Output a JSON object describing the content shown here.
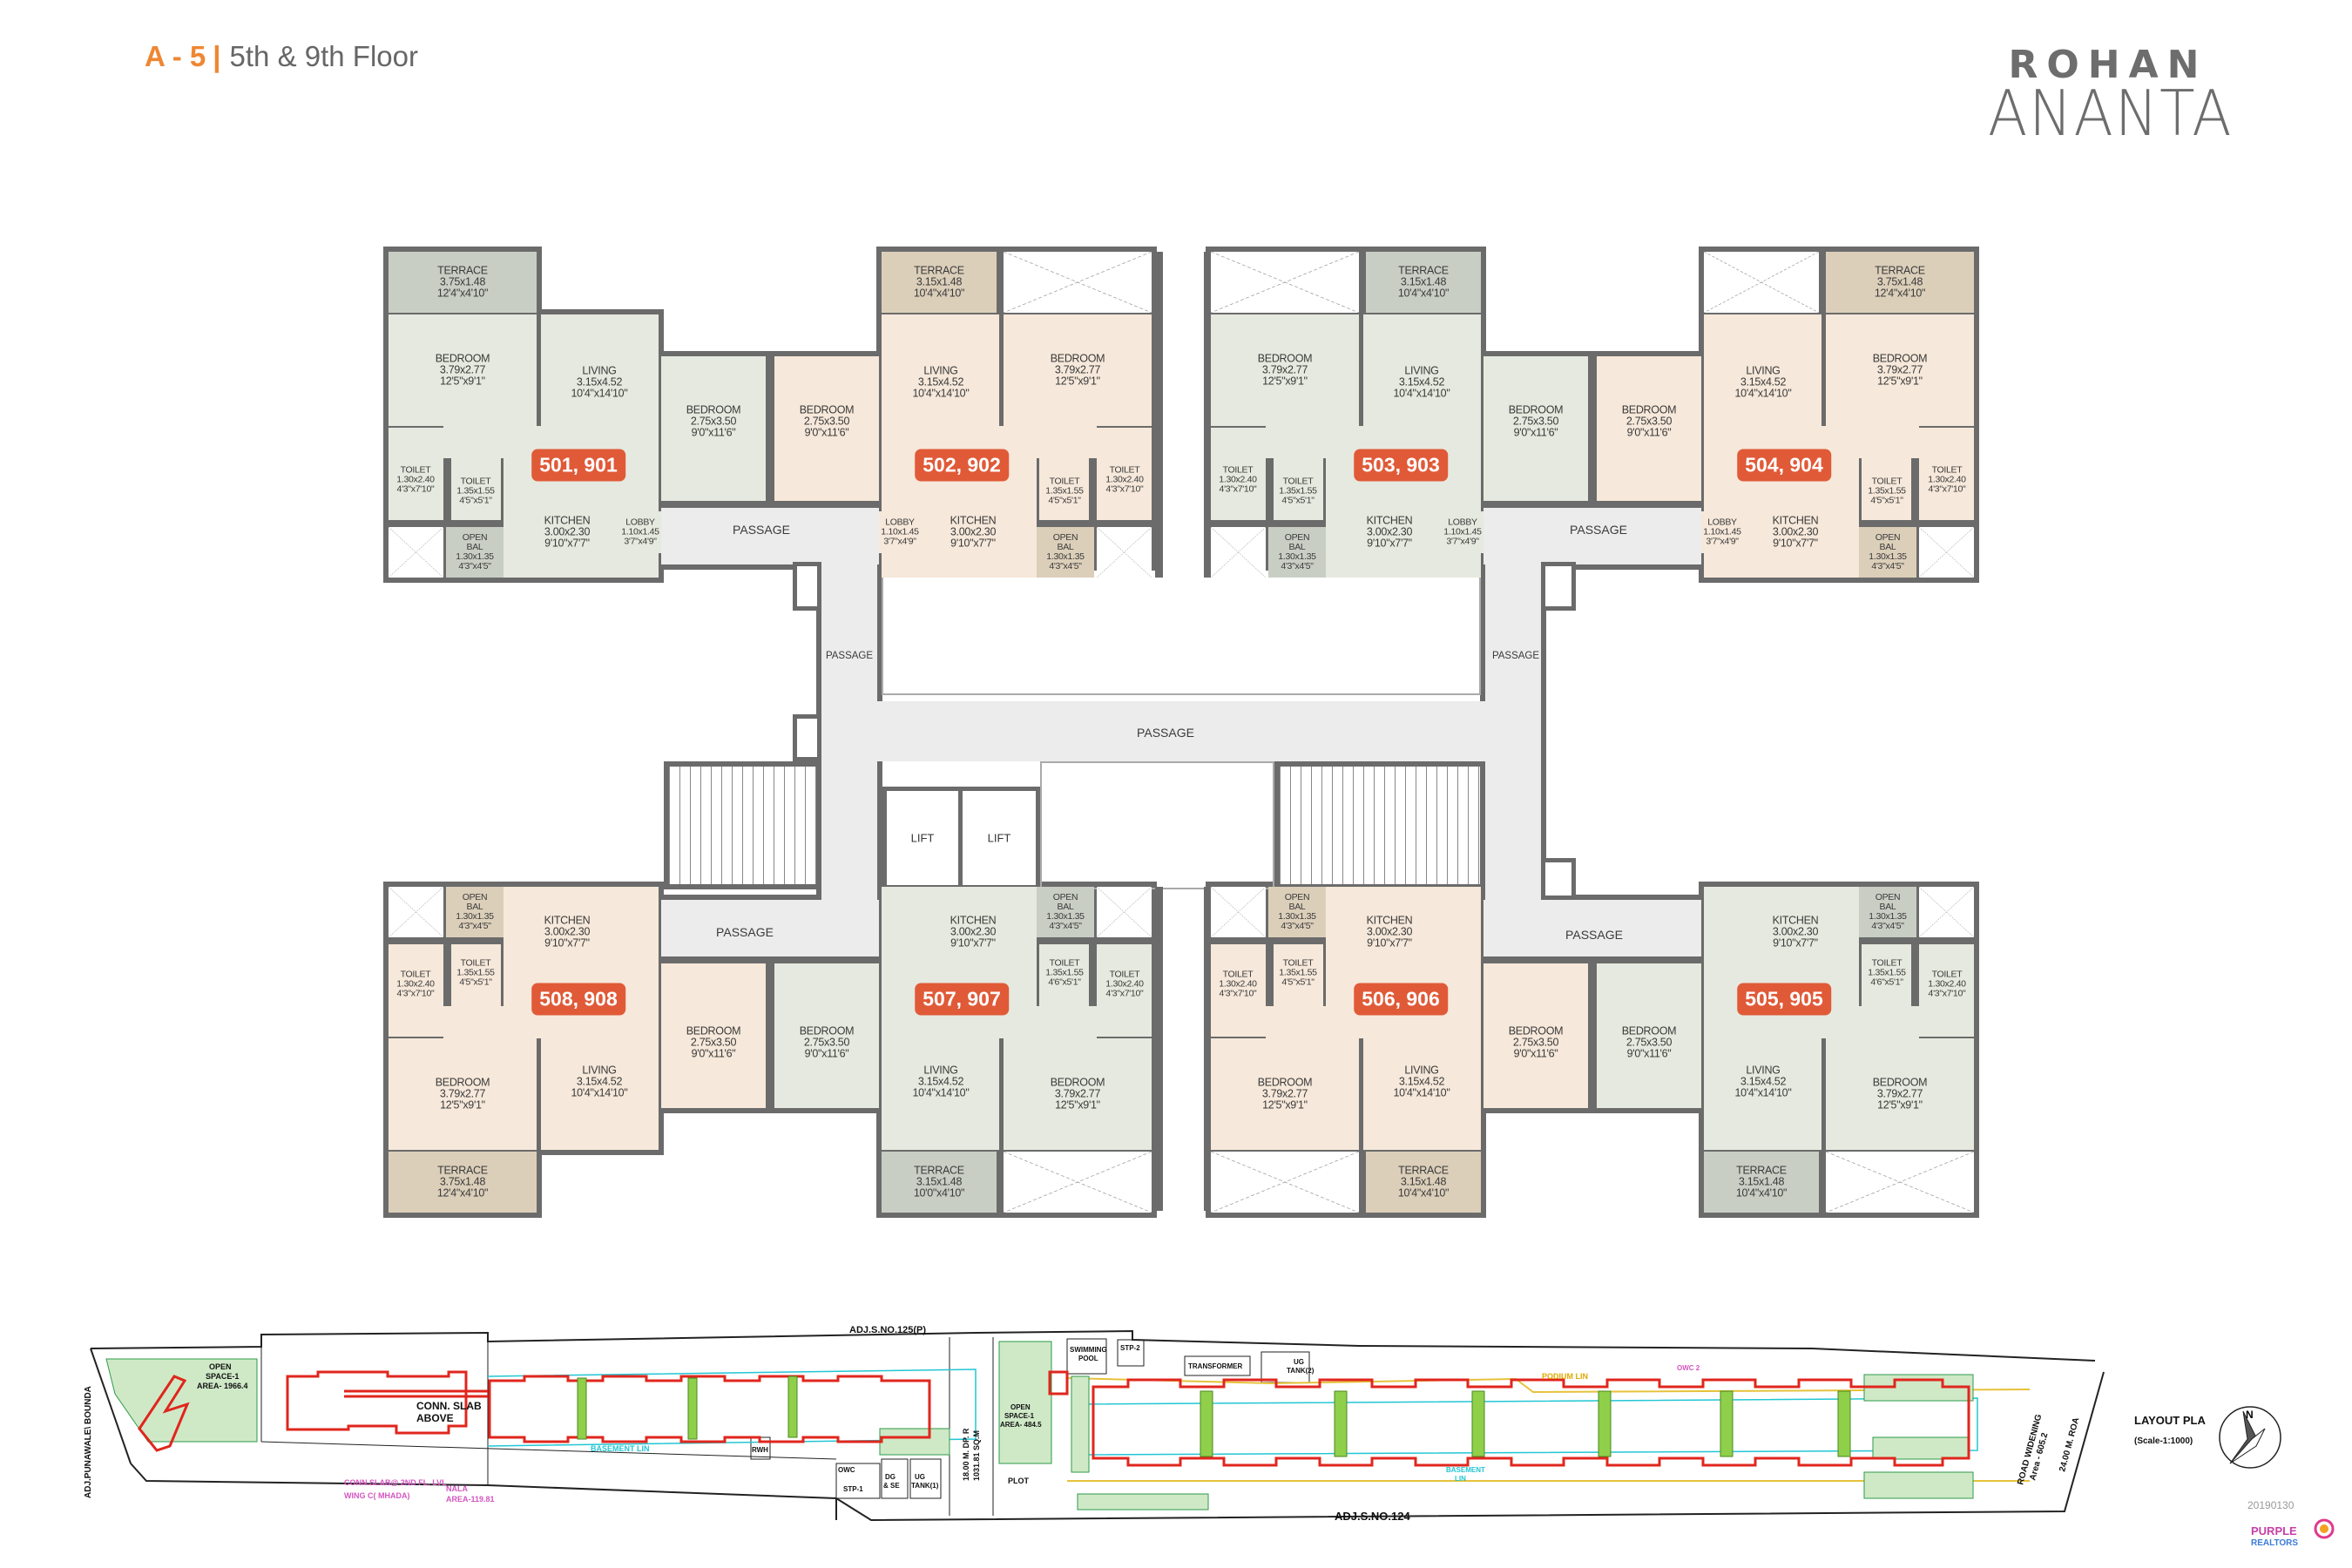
{
  "header": {
    "wing": "A - 5",
    "floor": "5th & 9th Floor"
  },
  "brand": {
    "line1": "ROHAN",
    "line2": "ANANTA"
  },
  "colors": {
    "accent": "#ee8733",
    "badge": "#e05a38",
    "wall": "#6b6b6b",
    "passage": "#ececec",
    "greenUnit": "#e6e9df",
    "peachUnit": "#f6e8da",
    "greenTerrace": "#c9cec5",
    "tanTerrace": "#dccfba"
  },
  "core": {
    "passage_labels": [
      "PASSAGE",
      "PASSAGE",
      "PASSAGE",
      "PASSAGE",
      "PASSAGE",
      "PASSAGE",
      "PASSAGE"
    ],
    "lifts": [
      "LIFT",
      "LIFT"
    ]
  },
  "units": [
    {
      "label": "501, 901",
      "scheme": "green",
      "rooms": {
        "terrace": [
          "TERRACE",
          "3.75x1.48",
          "12'4\"x4'10\""
        ],
        "bedroom": [
          "BEDROOM",
          "3.79x2.77",
          "12'5\"x9'1\""
        ],
        "living": [
          "LIVING",
          "3.15x4.52",
          "10'4\"x14'10\""
        ],
        "bedroom2": [
          "BEDROOM",
          "2.75x3.50",
          "9'0\"x11'6\""
        ],
        "toilet1": [
          "TOILET",
          "1.30x2.40",
          "4'3\"x7'10\""
        ],
        "toilet2": [
          "TOILET",
          "1.35x1.55",
          "4'5\"x5'1\""
        ],
        "openbal": [
          "OPEN",
          "BAL",
          "1.30x1.35",
          "4'3\"x4'5\""
        ],
        "kitchen": [
          "KITCHEN",
          "3.00x2.30",
          "9'10\"x7'7\""
        ],
        "lobby": [
          "LOBBY",
          "1.10x1.45",
          "3'7\"x4'9\""
        ]
      }
    },
    {
      "label": "502, 902",
      "scheme": "peach",
      "rooms": {
        "terrace": [
          "TERRACE",
          "3.15x1.48",
          "10'4\"x4'10\""
        ],
        "bedroom": [
          "BEDROOM",
          "3.79x2.77",
          "12'5\"x9'1\""
        ],
        "living": [
          "LIVING",
          "3.15x4.52",
          "10'4\"x14'10\""
        ],
        "bedroom2": [
          "BEDROOM",
          "2.75x3.50",
          "9'0\"x11'6\""
        ],
        "toilet1": [
          "TOILET",
          "1.30x2.40",
          "4'3\"x7'10\""
        ],
        "toilet2": [
          "TOILET",
          "1.35x1.55",
          "4'5\"x5'1\""
        ],
        "openbal": [
          "OPEN",
          "BAL",
          "1.30x1.35",
          "4'3\"x4'5\""
        ],
        "kitchen": [
          "KITCHEN",
          "3.00x2.30",
          "9'10\"x7'7\""
        ],
        "lobby": [
          "LOBBY",
          "1.10x1.45",
          "3'7\"x4'9\""
        ]
      }
    },
    {
      "label": "503, 903",
      "scheme": "green",
      "rooms": {
        "terrace": [
          "TERRACE",
          "3.15x1.48",
          "10'4\"x4'10\""
        ],
        "bedroom": [
          "BEDROOM",
          "3.79x2.77",
          "12'5\"x9'1\""
        ],
        "living": [
          "LIVING",
          "3.15x4.52",
          "10'4\"x14'10\""
        ],
        "bedroom2": [
          "BEDROOM",
          "2.75x3.50",
          "9'0\"x11'6\""
        ],
        "toilet1": [
          "TOILET",
          "1.30x2.40",
          "4'3\"x7'10\""
        ],
        "toilet2": [
          "TOILET",
          "1.35x1.55",
          "4'5\"x5'1\""
        ],
        "openbal": [
          "OPEN",
          "BAL",
          "1.30x1.35",
          "4'3\"x4'5\""
        ],
        "kitchen": [
          "KITCHEN",
          "3.00x2.30",
          "9'10\"x7'7\""
        ],
        "lobby": [
          "LOBBY",
          "1.10x1.45",
          "3'7\"x4'9\""
        ]
      }
    },
    {
      "label": "504, 904",
      "scheme": "peach",
      "rooms": {
        "terrace": [
          "TERRACE",
          "3.75x1.48",
          "12'4\"x4'10\""
        ],
        "bedroom": [
          "BEDROOM",
          "3.79x2.77",
          "12'5\"x9'1\""
        ],
        "living": [
          "LIVING",
          "3.15x4.52",
          "10'4\"x14'10\""
        ],
        "bedroom2": [
          "BEDROOM",
          "2.75x3.50",
          "9'0\"x11'6\""
        ],
        "toilet1": [
          "TOILET",
          "1.30x2.40",
          "4'3\"x7'10\""
        ],
        "toilet2": [
          "TOILET",
          "1.35x1.55",
          "4'5\"x5'1\""
        ],
        "openbal": [
          "OPEN",
          "BAL",
          "1.30x1.35",
          "4'3\"x4'5\""
        ],
        "kitchen": [
          "KITCHEN",
          "3.00x2.30",
          "9'10\"x7'7\""
        ],
        "lobby": [
          "LOBBY",
          "1.10x1.45",
          "3'7\"x4'9\""
        ]
      }
    },
    {
      "label": "505, 905",
      "scheme": "green",
      "rooms": {
        "terrace": [
          "TERRACE",
          "3.15x1.48",
          "10'4\"x4'10\""
        ],
        "bedroom": [
          "BEDROOM",
          "3.79x2.77",
          "12'5\"x9'1\""
        ],
        "living": [
          "LIVING",
          "3.15x4.52",
          "10'4\"x14'10\""
        ],
        "bedroom2": [
          "BEDROOM",
          "2.75x3.50",
          "9'0\"x11'6\""
        ],
        "toilet1": [
          "TOILET",
          "1.30x2.40",
          "4'3\"x7'10\""
        ],
        "toilet2": [
          "TOILET",
          "1.35x1.55",
          "4'6\"x5'1\""
        ],
        "openbal": [
          "OPEN",
          "BAL",
          "1.30x1.35",
          "4'3\"x4'5\""
        ],
        "kitchen": [
          "KITCHEN",
          "3.00x2.30",
          "9'10\"x7'7\""
        ]
      }
    },
    {
      "label": "506, 906",
      "scheme": "peach",
      "rooms": {
        "terrace": [
          "TERRACE",
          "3.15x1.48",
          "10'4\"x4'10\""
        ],
        "bedroom": [
          "BEDROOM",
          "3.79x2.77",
          "12'5\"x9'1\""
        ],
        "living": [
          "LIVING",
          "3.15x4.52",
          "10'4\"x14'10\""
        ],
        "bedroom2": [
          "BEDROOM",
          "2.75x3.50",
          "9'0\"x11'6\""
        ],
        "toilet1": [
          "TOILET",
          "1.30x2.40",
          "4'3\"x7'10\""
        ],
        "toilet2": [
          "TOILET",
          "1.35x1.55",
          "4'5\"x5'1\""
        ],
        "openbal": [
          "OPEN",
          "BAL",
          "1.30x1.35",
          "4'3\"x4'5\""
        ],
        "kitchen": [
          "KITCHEN",
          "3.00x2.30",
          "9'10\"x7'7\""
        ]
      }
    },
    {
      "label": "507, 907",
      "scheme": "green",
      "rooms": {
        "terrace": [
          "TERRACE",
          "3.15x1.48",
          "10'0\"x4'10\""
        ],
        "bedroom": [
          "BEDROOM",
          "3.79x2.77",
          "12'5\"x9'1\""
        ],
        "living": [
          "LIVING",
          "3.15x4.52",
          "10'4\"x14'10\""
        ],
        "bedroom2": [
          "BEDROOM",
          "2.75x3.50",
          "9'0\"x11'6\""
        ],
        "toilet1": [
          "TOILET",
          "1.30x2.40",
          "4'3\"x7'10\""
        ],
        "toilet2": [
          "TOILET",
          "1.35x1.55",
          "4'6\"x5'1\""
        ],
        "openbal": [
          "OPEN",
          "BAL",
          "1.30x1.35",
          "4'3\"x4'5\""
        ],
        "kitchen": [
          "KITCHEN",
          "3.00x2.30",
          "9'10\"x7'7\""
        ]
      }
    },
    {
      "label": "508, 908",
      "scheme": "peach",
      "rooms": {
        "terrace": [
          "TERRACE",
          "3.75x1.48",
          "12'4\"x4'10\""
        ],
        "bedroom": [
          "BEDROOM",
          "3.79x2.77",
          "12'5\"x9'1\""
        ],
        "living": [
          "LIVING",
          "3.15x4.52",
          "10'4\"x14'10\""
        ],
        "bedroom2": [
          "BEDROOM",
          "2.75x3.50",
          "9'0\"x11'6\""
        ],
        "toilet1": [
          "TOILET",
          "1.30x2.40",
          "4'3\"x7'10\""
        ],
        "toilet2": [
          "TOILET",
          "1.35x1.55",
          "4'5\"x5'1\""
        ],
        "openbal": [
          "OPEN",
          "BAL",
          "1.30x1.35",
          "4'3\"x4'5\""
        ],
        "kitchen": [
          "KITCHEN",
          "3.00x2.30",
          "9'10\"x7'7\""
        ]
      }
    }
  ],
  "site_plan": {
    "adj_north": "ADJ.S.NO.125(P)",
    "adj_south": "ADJ.S.NO.124",
    "adj_west": "ADJ.PUNAWALE\\ BOUNDA",
    "open_space_1": [
      "OPEN",
      "SPACE-1",
      "AREA- 1966.4"
    ],
    "conn_slab": [
      "CONN. SLAB",
      "ABOVE"
    ],
    "conn_slab_note": [
      "CONN.SLAB@ 2ND FL. LVL",
      "WING C( MHADA)"
    ],
    "nala": [
      "NALA",
      "AREA-119.81"
    ],
    "basement_1": "BASEMENT LIN",
    "rwh": "RWH",
    "owc": "OWC",
    "stp1": "STP-1",
    "dg": [
      "DG",
      "& SE"
    ],
    "ug_tank_1": [
      "UG",
      "TANK(1)"
    ],
    "dp_road": [
      "18.00 M. DP. R",
      "1031.81 SQ.M"
    ],
    "open_space_2": [
      "OPEN",
      "SPACE-1",
      "AREA- 484.5"
    ],
    "plot": "PLOT",
    "swimming_pool": [
      "SWIMMING",
      "POOL"
    ],
    "stp2": "STP-2",
    "transformer": "TRANSFORMER",
    "ug_tank_2": [
      "UG",
      "TANK(2)"
    ],
    "podium": "PODIUM LIN",
    "owc2": "OWC 2",
    "basement_2": [
      "BASEMENT",
      "LIN"
    ],
    "road_widening": [
      "ROAD WIDENING",
      "Area - 605.2"
    ],
    "road_24": "24.00 M. ROA",
    "layout_title": "LAYOUT PLA",
    "scale": "(Scale-1:1000)",
    "north": "N",
    "date_code": "20190130"
  },
  "footer_logo": {
    "line1": "PURPLE",
    "line2": "REALTORS"
  }
}
